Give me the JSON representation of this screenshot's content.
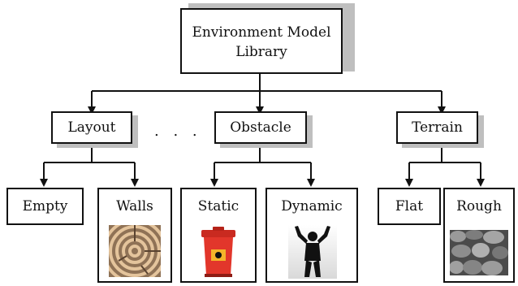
{
  "diagram": {
    "root": {
      "line1": "Environment Model",
      "line2": "Library"
    },
    "categories": {
      "layout": "Layout",
      "obstacle": "Obstacle",
      "terrain": "Terrain"
    },
    "ellipsis": ". . .",
    "leaves": {
      "empty": "Empty",
      "walls": "Walls",
      "static": "Static",
      "dynamic": "Dynamic",
      "flat": "Flat",
      "rough": "Rough"
    },
    "colors": {
      "line": "#111111",
      "shadow": "#bfbfbf",
      "maze_wood": "#caa27a",
      "hazard_red": "#e2362b",
      "silhouette": "#111111",
      "rocks": "#8a8a8a"
    }
  }
}
